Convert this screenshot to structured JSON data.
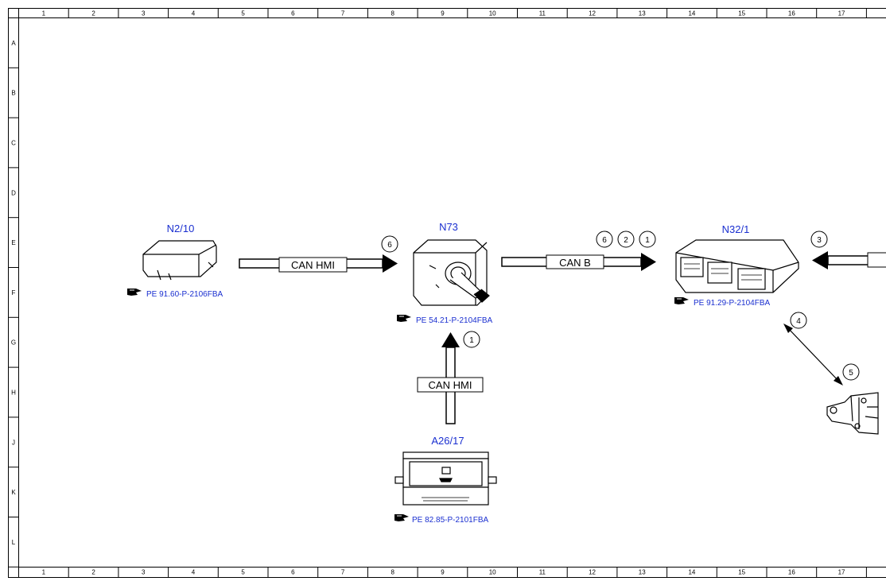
{
  "frame": {
    "columns": [
      "1",
      "2",
      "3",
      "4",
      "5",
      "6",
      "7",
      "8",
      "9",
      "10",
      "11",
      "12",
      "13",
      "14",
      "15",
      "16",
      "17"
    ],
    "rows": [
      "A",
      "B",
      "C",
      "D",
      "E",
      "F",
      "G",
      "H",
      "J",
      "K",
      "L"
    ]
  },
  "components": [
    {
      "id": "n2_10",
      "label": "N2/10",
      "ref": "PE 91.60-P-2106FBA"
    },
    {
      "id": "n73",
      "label": "N73",
      "ref": "PE 54.21-P-2104FBA"
    },
    {
      "id": "n32_1",
      "label": "N32/1",
      "ref": "PE 91.29-P-2104FBA"
    },
    {
      "id": "a26_17",
      "label": "A26/17",
      "ref": "PE 82.85-P-2101FBA"
    }
  ],
  "buses": [
    {
      "id": "bus1",
      "label": "CAN HMI",
      "markers": [
        "6"
      ]
    },
    {
      "id": "bus2",
      "label": "CAN B",
      "markers": [
        "6",
        "2",
        "1"
      ]
    },
    {
      "id": "bus3",
      "label": "CAN HMI",
      "markers": [
        "1"
      ]
    },
    {
      "id": "bus4",
      "label": "",
      "markers": [
        "3"
      ]
    },
    {
      "id": "link5",
      "label": "",
      "markers": [
        "4",
        "5"
      ]
    }
  ],
  "icons": {
    "ref": "pointing-hand-icon"
  }
}
